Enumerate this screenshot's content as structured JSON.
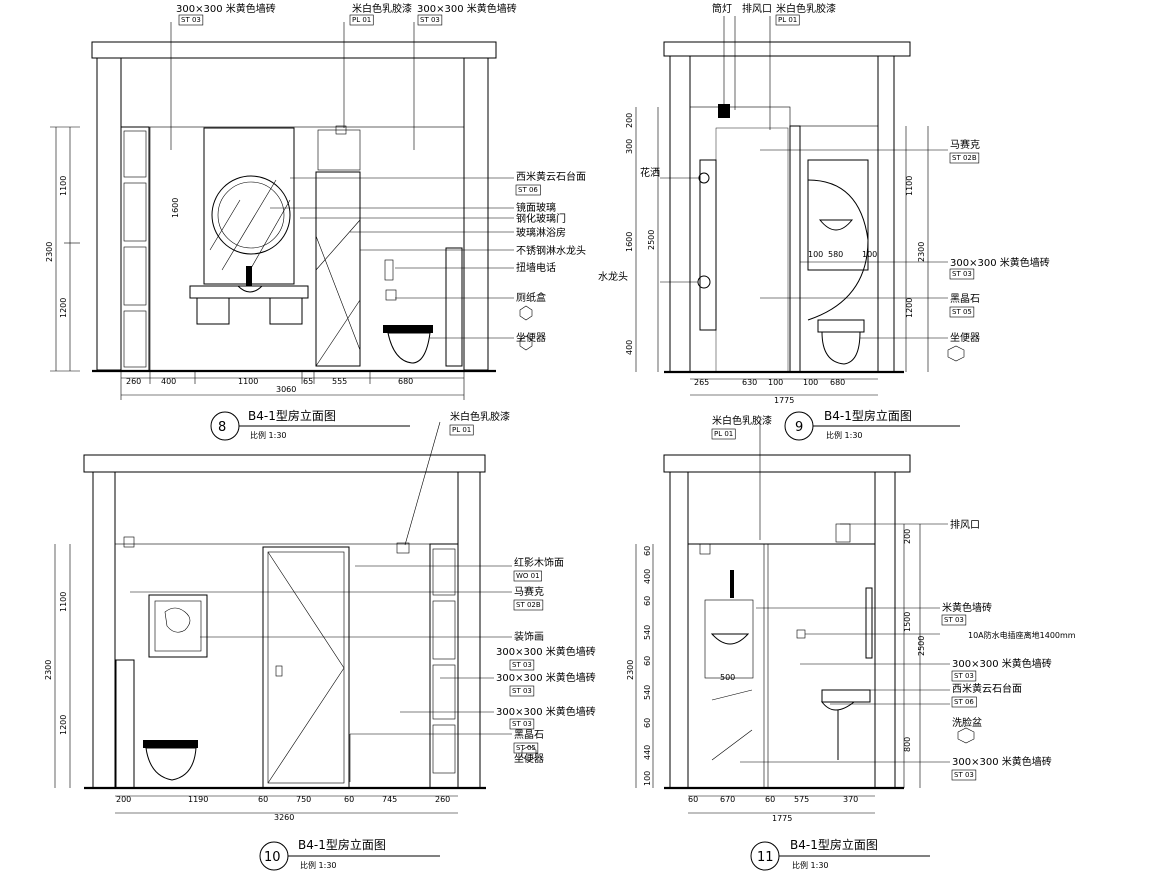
{
  "colors": {
    "ink": "#000000",
    "paper": "#ffffff"
  },
  "drawings": [
    {
      "number": "8",
      "title": "B4-1型房立面图",
      "scale": "比例  1:30",
      "top_labels": [
        {
          "text": "300×300 米黄色墙砖",
          "tag": "ST 03"
        },
        {
          "text": "米白色乳胶漆",
          "tag": "PL 01"
        },
        {
          "text": "300×300 米黄色墙砖",
          "tag": "ST 03"
        }
      ],
      "right_labels": [
        {
          "text": "西米黄云石台面",
          "tag": "ST 06"
        },
        {
          "text": "镜面玻璃"
        },
        {
          "text": "钢化玻璃门"
        },
        {
          "text": "玻璃淋浴房"
        },
        {
          "text": "不锈钢淋水龙头"
        },
        {
          "text": "扭墙电话"
        },
        {
          "text": "厕纸盒"
        },
        {
          "text": "坐便器"
        }
      ],
      "vdims": [
        "2300",
        "1100",
        "1200"
      ],
      "inner_dim": "1600",
      "hdims": [
        "260",
        "400",
        "1100",
        "65",
        "555",
        "680"
      ],
      "total": "3060"
    },
    {
      "number": "9",
      "title": "B4-1型房立面图",
      "scale": "比例  1:30",
      "top_labels": [
        {
          "text": "筒灯"
        },
        {
          "text": "排风口"
        },
        {
          "text": "米白色乳胶漆",
          "tag": "PL 01"
        }
      ],
      "left_labels": [
        "花洒",
        "水龙头"
      ],
      "right_labels": [
        {
          "text": "马赛克",
          "tag": "ST 02B"
        },
        {
          "text": "300×300 米黄色墙砖",
          "tag": "ST 03"
        },
        {
          "text": "黑晶石",
          "tag": "ST 05"
        },
        {
          "text": "坐便器"
        }
      ],
      "vdims_left": [
        "200",
        "300",
        "2500",
        "1600",
        "400"
      ],
      "vdims_right": [
        "1100",
        "2300",
        "1200"
      ],
      "inner_dims": [
        "100",
        "580",
        "100"
      ],
      "hdims": [
        "265",
        "630",
        "100",
        "100",
        "680"
      ],
      "total": "1775"
    },
    {
      "number": "10",
      "title": "B4-1型房立面图",
      "scale": "比例  1:30",
      "top_labels": [
        {
          "text": "米白色乳胶漆",
          "tag": "PL 01"
        }
      ],
      "right_labels": [
        {
          "text": "红影木饰面",
          "tag": "WO 01"
        },
        {
          "text": "马赛克",
          "tag": "ST 02B"
        },
        {
          "text": "装饰画"
        },
        {
          "text": "300×300 米黄色墙砖",
          "tag": "ST 03"
        },
        {
          "text": "300×300 米黄色墙砖",
          "tag": "ST 03"
        },
        {
          "text": "300×300 米黄色墙砖",
          "tag": "ST 03"
        },
        {
          "text": "黑晶石",
          "tag": "ST 05"
        },
        {
          "text": "坐便器"
        }
      ],
      "vdims": [
        "2300",
        "1100",
        "1200"
      ],
      "hdims": [
        "200",
        "1190",
        "60",
        "750",
        "60",
        "745",
        "260"
      ],
      "total": "3260"
    },
    {
      "number": "11",
      "title": "B4-1型房立面图",
      "scale": "比例  1:30",
      "top_labels": [
        {
          "text": "米白色乳胶漆",
          "tag": "PL 01"
        }
      ],
      "right_labels": [
        {
          "text": "排风口"
        },
        {
          "text": "米黄色墙砖",
          "tag": "ST 03"
        },
        {
          "text": "10A防水电插座离地1400mm"
        },
        {
          "text": "300×300 米黄色墙砖",
          "tag": "ST 03"
        },
        {
          "text": "西米黄云石台面",
          "tag": "ST 06"
        },
        {
          "text": "洗脸盆"
        },
        {
          "text": "300×300 米黄色墙砖",
          "tag": "ST 03"
        }
      ],
      "vdims_left": [
        "60",
        "400",
        "60",
        "540",
        "60",
        "540",
        "60",
        "440",
        "100"
      ],
      "vdims_right": [
        "200",
        "1500",
        "2500",
        "800"
      ],
      "vtotal": "2300",
      "inner_dim": "500",
      "hdims": [
        "60",
        "670",
        "60",
        "575",
        "370"
      ],
      "total": "1775"
    }
  ]
}
